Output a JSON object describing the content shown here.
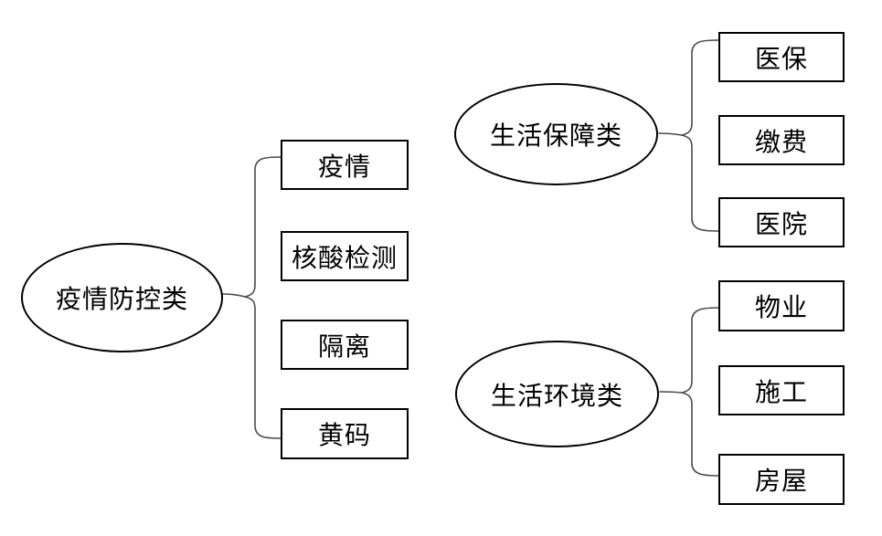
{
  "diagram": {
    "groups": [
      {
        "label": "疫情防控类",
        "children": [
          "疫情",
          "核酸检测",
          "隔离",
          "黄码"
        ]
      },
      {
        "label": "生活保障类",
        "children": [
          "医保",
          "缴费",
          "医院"
        ]
      },
      {
        "label": "生活环境类",
        "children": [
          "物业",
          "施工",
          "房屋"
        ]
      }
    ]
  },
  "colors": {
    "shape_stroke": "#000000",
    "connector_stroke": "#4a4a4a",
    "background": "#ffffff",
    "text": "#000000"
  }
}
